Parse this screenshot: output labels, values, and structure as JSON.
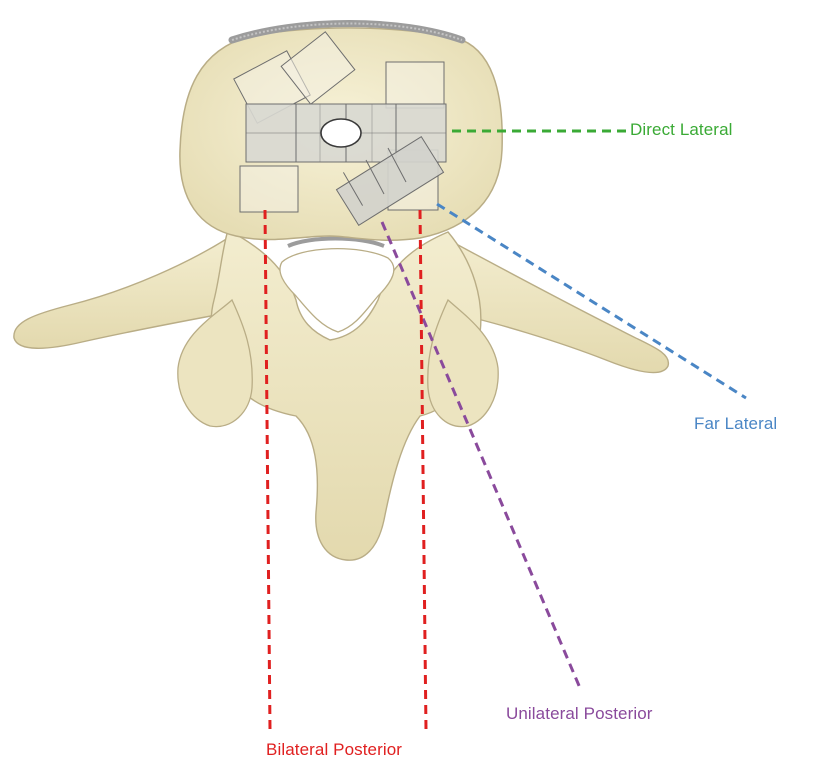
{
  "labels": {
    "direct_lateral": "Direct Lateral",
    "far_lateral": "Far Lateral",
    "unilateral_posterior": "Unilateral Posterior",
    "bilateral_posterior": "Bilateral Posterior"
  },
  "colors": {
    "direct_lateral": "#3aaa35",
    "far_lateral": "#4a86c5",
    "unilateral_posterior": "#8a4a9c",
    "bilateral_posterior": "#e02020",
    "bone_fill": "#efe8c6",
    "bone_outline": "#b9ad86",
    "endplate": "#9c9c9c",
    "implant_fill": "#d9d9d4",
    "implant_outline": "#6e6e6e"
  }
}
